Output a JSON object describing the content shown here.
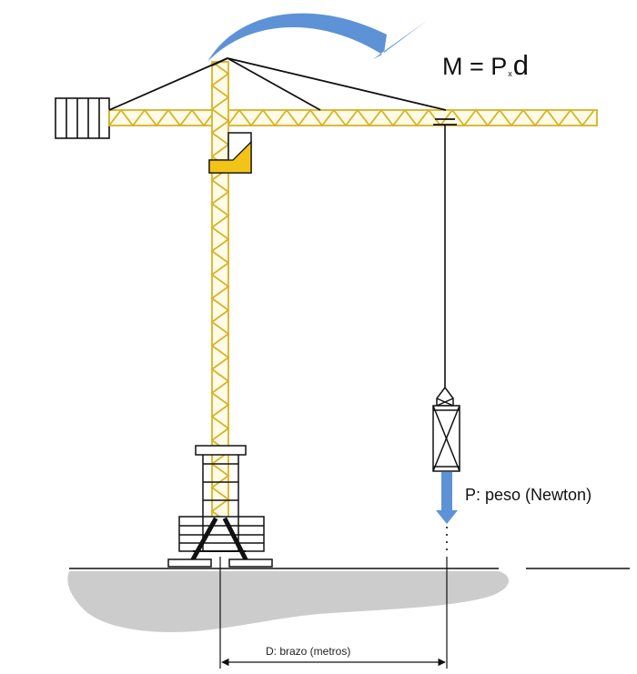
{
  "formula": {
    "m": "M = P",
    "x": "x",
    "d": "d"
  },
  "labels": {
    "weight": "P: peso (Newton)",
    "arm": "D: brazo (metros)"
  },
  "colors": {
    "crane_yellow": "#e8c225",
    "crane_outline": "#c9a51a",
    "arrow_blue": "#5d93d6",
    "ground_gray": "#cccccc",
    "line": "#111111"
  },
  "icons": {
    "moment_arrow": "curved-arrow-icon",
    "weight_arrow": "down-arrow-icon",
    "dimension": "double-arrow-dimension-icon"
  }
}
